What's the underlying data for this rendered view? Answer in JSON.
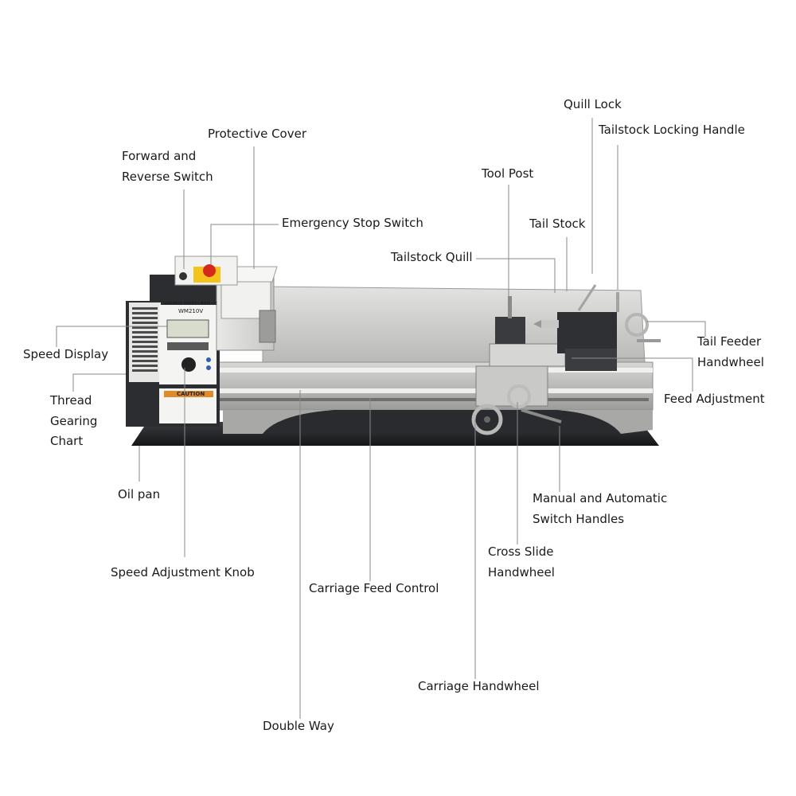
{
  "labels": {
    "quill_lock": "Quill Lock",
    "tailstock_locking_handle": "Tailstock Locking Handle",
    "protective_cover": "Protective Cover",
    "forward_reverse_1": "Forward and",
    "forward_reverse_2": "Reverse Switch",
    "tool_post": "Tool Post",
    "emergency_stop": "Emergency Stop Switch",
    "tail_stock": "Tail Stock",
    "tailstock_quill": "Tailstock Quill",
    "speed_display": "Speed Display",
    "tail_feeder_1": "Tail Feeder",
    "tail_feeder_2": "Handwheel",
    "thread_1": "Thread",
    "thread_2": "Gearing",
    "thread_3": "Chart",
    "feed_adjustment": "Feed Adjustment",
    "oil_pan": "Oil pan",
    "manual_auto_1": "Manual and Automatic",
    "manual_auto_2": "Switch Handles",
    "cross_slide_1": "Cross Slide",
    "cross_slide_2": "Handwheel",
    "speed_adjust_knob": "Speed Adjustment Knob",
    "carriage_feed_control": "Carriage Feed Control",
    "carriage_handwheel": "Carriage Handwheel",
    "double_way": "Double Way"
  },
  "machine": {
    "panel_title": "VARIABLE SPEED LATHE CE",
    "model": "WM210V",
    "caution": "CAUTION"
  }
}
